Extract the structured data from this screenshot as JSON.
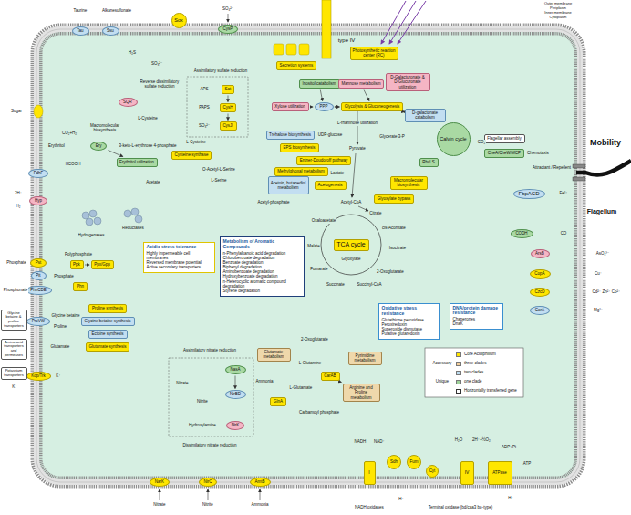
{
  "diagram": {
    "nodes": [
      {
        "text": [
          "Tau"
        ]
      },
      {
        "text": [
          "Ssu"
        ]
      },
      {
        "text": [
          "Sox"
        ]
      },
      {
        "text": [
          "CysP"
        ]
      },
      {
        "text": [
          "SQR"
        ]
      },
      {
        "text": [
          "Sat"
        ]
      },
      {
        "text": [
          "CysH"
        ]
      },
      {
        "text": [
          "CysJI"
        ]
      },
      {
        "text": [
          "Cysteine synthase"
        ]
      },
      {
        "text": [
          "Ery"
        ]
      },
      {
        "text": [
          "Erythritol utilization"
        ]
      },
      {
        "text": [
          "FdhF"
        ]
      },
      {
        "text": [
          "Hyp"
        ]
      },
      {
        "text": [
          "Pst"
        ]
      },
      {
        "text": [
          "Pit"
        ]
      },
      {
        "text": [
          "PhnCDE"
        ]
      },
      {
        "text": [
          "Ppk"
        ]
      },
      {
        "text": [
          "Ppx/Gpp"
        ]
      },
      {
        "text": [
          "Phn"
        ]
      },
      {
        "text": [
          "ProVW"
        ]
      },
      {
        "text": [
          "Proline synthesis"
        ]
      },
      {
        "text": [
          "Glycine betaine synthesis"
        ]
      },
      {
        "text": [
          "Ectoine synthesis"
        ]
      },
      {
        "text": [
          "Glutamate synthesis"
        ]
      },
      {
        "text": [
          "Kdp/Trk"
        ]
      },
      {
        "text": [
          "Glycine betaine & proline transporters"
        ]
      },
      {
        "text": [
          "Amino acid transporters and permeases"
        ]
      },
      {
        "text": [
          "Potassium transporters"
        ]
      },
      {
        "text": [
          "Acidic stress tolerance",
          "Highly impermeable cell membranes",
          "Reversed membrane potential",
          "Active secondary transporters"
        ]
      },
      {
        "text": [
          "Metabolism of Aromatic Compounds",
          "n-Phenylalkanoic acid degradation",
          "Chlorobenzoate degradation",
          "Benzoate degradation",
          "Biphenyl degradation",
          "Aminobenzoate degradation",
          "Hydroxybenzoate degradation",
          "n-Heterocyclic aromatic compound degradation",
          "Styrene degradation"
        ]
      },
      {
        "text": [
          "Inositol catabolism"
        ]
      },
      {
        "text": [
          "Mannose metabolism"
        ]
      },
      {
        "text": [
          "D-Galacturonate & D-Glucuronate utilization"
        ]
      },
      {
        "text": [
          "Xylose utilization"
        ]
      },
      {
        "text": [
          "PPP"
        ]
      },
      {
        "text": [
          "Glycolysis & Gluconeogenesis"
        ]
      },
      {
        "text": [
          "D-galactonate catabolism"
        ]
      },
      {
        "text": [
          "Trehalose biosynthesis"
        ]
      },
      {
        "text": [
          "EPS biosynthesis"
        ]
      },
      {
        "text": [
          "Entner-Doudoroff pathway"
        ]
      },
      {
        "text": [
          "Methylglyoxal metabolism"
        ]
      },
      {
        "text": [
          "Acetoin, butanediol metabolism"
        ]
      },
      {
        "text": [
          "Acetogenesis"
        ]
      },
      {
        "text": [
          "Calvin cycle"
        ]
      },
      {
        "text": [
          "RbcLS"
        ]
      },
      {
        "text": [
          "Macromolecular biosynthesis"
        ]
      },
      {
        "text": [
          "Glyoxylate bypass"
        ]
      },
      {
        "text": [
          "TCA cycle"
        ]
      },
      {
        "text": [
          "Flagellar assembly"
        ]
      },
      {
        "text": [
          "CheA/CheW/MCP"
        ]
      },
      {
        "text": [
          "FbpACD"
        ]
      },
      {
        "text": [
          "CODH"
        ]
      },
      {
        "text": [
          "ArsB"
        ]
      },
      {
        "text": [
          "CopA"
        ]
      },
      {
        "text": [
          "CzcD"
        ]
      },
      {
        "text": [
          "CorA"
        ]
      },
      {
        "text": [
          "Oxidative stress resistance",
          "Glutathione peroxidase",
          "Peroxiredoxin",
          "Superoxide dismutase",
          "Putative glutaredoxin"
        ]
      },
      {
        "text": [
          "DNA/protein damage resistance",
          "Chaperones",
          "DnaK"
        ]
      },
      {
        "text": [
          "NarK"
        ]
      },
      {
        "text": [
          "NirC"
        ]
      },
      {
        "text": [
          "AmtB"
        ]
      },
      {
        "text": [
          "NasA"
        ]
      },
      {
        "text": [
          "NirBD"
        ]
      },
      {
        "text": [
          "NirK"
        ]
      },
      {
        "text": [
          "GlnA"
        ]
      },
      {
        "text": [
          "Glutamate metabolism"
        ]
      },
      {
        "text": [
          "Pyrimidine metabolism"
        ]
      },
      {
        "text": [
          "CarAB"
        ]
      },
      {
        "text": [
          "Arginine and Proline metabolism"
        ]
      },
      {
        "text": [
          "I"
        ]
      },
      {
        "text": [
          "Sdh"
        ]
      },
      {
        "text": [
          "Fum"
        ]
      },
      {
        "text": [
          "Cyt"
        ]
      },
      {
        "text": [
          "IV"
        ]
      },
      {
        "text": [
          "ATPase"
        ]
      },
      {
        "text": [
          "Photosynthetic reaction center (RC)"
        ]
      },
      {
        "text": [
          "Secretion systems"
        ]
      }
    ],
    "edges": [
      {
        "from": 31,
        "to": 35,
        "arrow": "to"
      },
      {
        "from": 33,
        "to": 34,
        "arrow": "to"
      },
      {
        "from": 34,
        "to": 35,
        "arrow": "both"
      },
      {
        "from": 30,
        "to": 34,
        "arrow": "to"
      },
      {
        "from": 5,
        "to": 6,
        "arrow": "to"
      },
      {
        "from": 6,
        "to": 7,
        "arrow": "to"
      },
      {
        "from": 9,
        "to": 10,
        "arrow": "to"
      },
      {
        "from": 16,
        "to": 17,
        "arrow": "to"
      },
      {
        "from": 61,
        "to": 62,
        "arrow": "to"
      },
      {
        "from": 35,
        "to": 36,
        "arrow": "both"
      },
      {
        "from": 67,
        "to": 68,
        "arrow": "to"
      }
    ],
    "labels": [
      "Taurine",
      "Alkanesulfonate",
      "SO₄²⁻",
      "type IV",
      "Outer membrane",
      "Periplasm",
      "Inner membrane",
      "Cytoplasm",
      "Mobility",
      "Flagellum",
      "Attractant / Repellent",
      "Chemotaxis",
      "Fe³⁺",
      "CO",
      "CO₂",
      "AsO₄³⁻",
      "Cu⁺",
      "Cd²⁺ Zn²⁺ Co²⁺",
      "Mg²⁺",
      "H₂S",
      "SO₃²⁻",
      "Reverse dissimilatory sulfate reduction",
      "Assimilatory sulfate reduction",
      "APS",
      "PAPS",
      "SO₃²⁻",
      "L-Cysteine",
      "Macromolecular biosynthesis",
      "L-Cysteine",
      "O-Acetyl-L-Serine",
      "L-Serine",
      "Acetate",
      "Acetyl-phosphate",
      "Erythritol",
      "3-keto-L-erythrose 4-phosphate",
      "CO₂+H₂",
      "HCOOH",
      "2H⁺",
      "H₂",
      "Hydrogenases",
      "Reductases",
      "Sugar",
      "Phosphate",
      "Polyphosphate",
      "Phosphate",
      "Phosphonate",
      "Glycine betaine",
      "Proline",
      "Glutamate",
      "K⁺",
      "K⁺",
      "Glycerate 3-P",
      "Pyruvate",
      "UDP-glucose",
      "L-rhamnose utilization",
      "Lactate",
      "Acetyl-CoA",
      "Citrate",
      "cis-Aconitate",
      "Isocitrate",
      "2-Oxoglutarate",
      "Succinyl-CoA",
      "Succinate",
      "Fumarate",
      "Malate",
      "Oxaloacetate",
      "Glyoxylate",
      "Nitrate",
      "Nitrite",
      "Ammonia",
      "Assimilatory nitrate reduction",
      "Nitrate",
      "Nitrite",
      "Ammonia",
      "Hydroxylamine",
      "Dissimilatory nitrate reduction",
      "2-Oxoglutarate",
      "L-Glutamine",
      "L-Glutamate",
      "Carbamoyl phosphate",
      "NADH",
      "NAD⁺",
      "H⁺",
      "H₂O",
      "2H⁺+½O₂",
      "ADP+Pi",
      "ATP",
      "H⁺",
      "NADH oxidases",
      "Terminal oxidase (bd/caa3 bo-type)",
      "Accessory",
      "Unique"
    ],
    "legend": [
      {
        "text": "Core Acidiphilium",
        "color": "#ffe600"
      },
      {
        "text": "three clades",
        "color": "#f3cf9c"
      },
      {
        "text": "two clades",
        "color": "#bcdcf0"
      },
      {
        "text": "one clade",
        "color": "#9ed39a"
      },
      {
        "text": "Horizontally transferred gene"
      }
    ]
  }
}
